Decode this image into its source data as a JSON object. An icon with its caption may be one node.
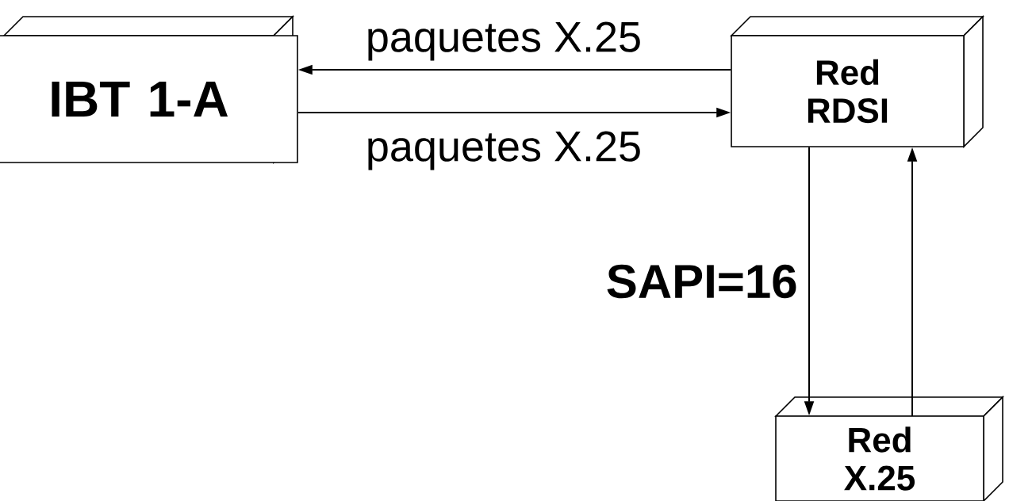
{
  "diagram": {
    "nodes": [
      {
        "text": [
          "IBT 1-A"
        ]
      },
      {
        "text": [
          "Red RDSI"
        ]
      },
      {
        "text": [
          "Red X.25"
        ]
      }
    ],
    "edges": [
      {
        "from": 1,
        "to": 0,
        "arrow": "to",
        "label": "paquetes X.25"
      },
      {
        "from": 0,
        "to": 1,
        "arrow": "to",
        "label": "paquetes X.25"
      },
      {
        "from": 1,
        "to": 2,
        "arrow": "to",
        "label": "SAPI=16"
      },
      {
        "from": 2,
        "to": 1,
        "arrow": "to"
      }
    ]
  }
}
